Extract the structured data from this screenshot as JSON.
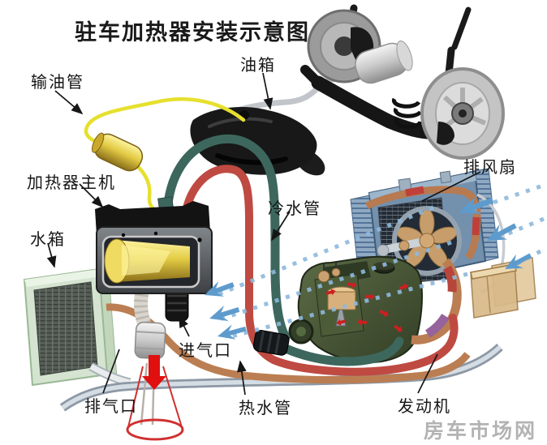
{
  "title": "驻车加热器安装示意图",
  "watermark": "房车市场网",
  "labels": {
    "fuel_supply_line": "输油管",
    "fuel_tank": "油箱",
    "exhaust_fan": "排风扇",
    "heater_main_unit": "加热器主机",
    "cold_water_pipe": "冷水管",
    "water_tank": "水箱",
    "air_intake": "进气口",
    "exhaust_outlet": "排气口",
    "hot_water_pipe": "热水管",
    "engine": "发动机"
  },
  "colors": {
    "background": "#ffffff",
    "label_text": "#161616",
    "watermark_gray": "#b3b3b3",
    "fuel_line_yellow": "#e6e02e",
    "cold_pipe_teal": "#3d675d",
    "hot_pipe_red": "#bf4a42",
    "copper_pipe": "#bb7e52",
    "chassis_pipe_gray": "#8d98a5",
    "airflow_blue": "#5e9bcd",
    "water_tank_green": "#d4e4d0",
    "fan_unit_blue": "#7390ad",
    "engine_olive": "#46543a",
    "exhaust_arrow_red": "#e01010",
    "heater_body_gray": "#5a5f64",
    "gold_metal": "#d8b830"
  }
}
